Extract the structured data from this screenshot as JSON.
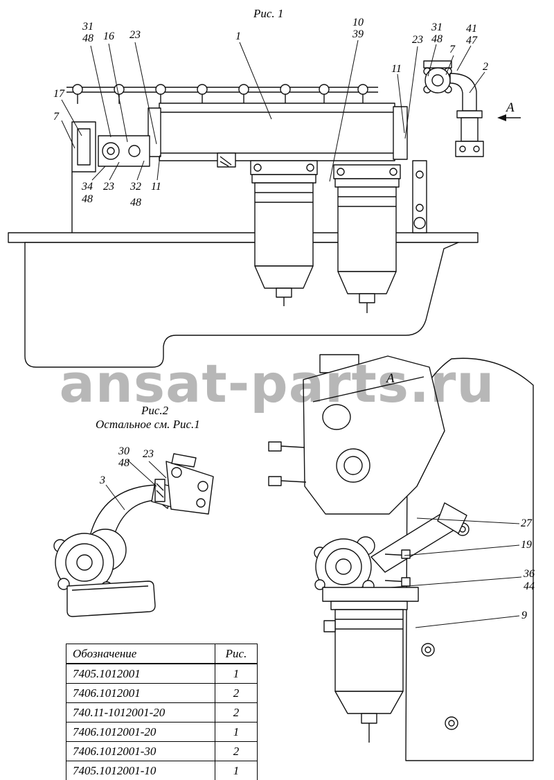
{
  "watermark": "ansat-parts.ru",
  "fig1": {
    "title": "Рис. 1",
    "view_arrow_label": "А",
    "callouts": [
      "31",
      "48",
      "16",
      "23",
      "1",
      "10",
      "39",
      "23",
      "31",
      "48",
      "41",
      "47",
      "7",
      "2",
      "11",
      "17",
      "7",
      "34",
      "48",
      "23",
      "32",
      "48",
      "11"
    ]
  },
  "fig2": {
    "title": "Рис.2",
    "subtitle": "Остальное см. Рис.1",
    "callouts": [
      "30",
      "48",
      "23",
      "3"
    ]
  },
  "fig3": {
    "view_label": "А",
    "callouts": [
      "27",
      "19",
      "36",
      "44",
      "9"
    ]
  },
  "table": {
    "headers": [
      "Обозначение",
      "Рис."
    ],
    "rows": [
      [
        "7405.1012001",
        "1"
      ],
      [
        "7406.1012001",
        "2"
      ],
      [
        "740.11-1012001-20",
        "2"
      ],
      [
        "7406.1012001-20",
        "1"
      ],
      [
        "7406.1012001-30",
        "2"
      ],
      [
        "7405.1012001-10",
        "1"
      ]
    ]
  }
}
